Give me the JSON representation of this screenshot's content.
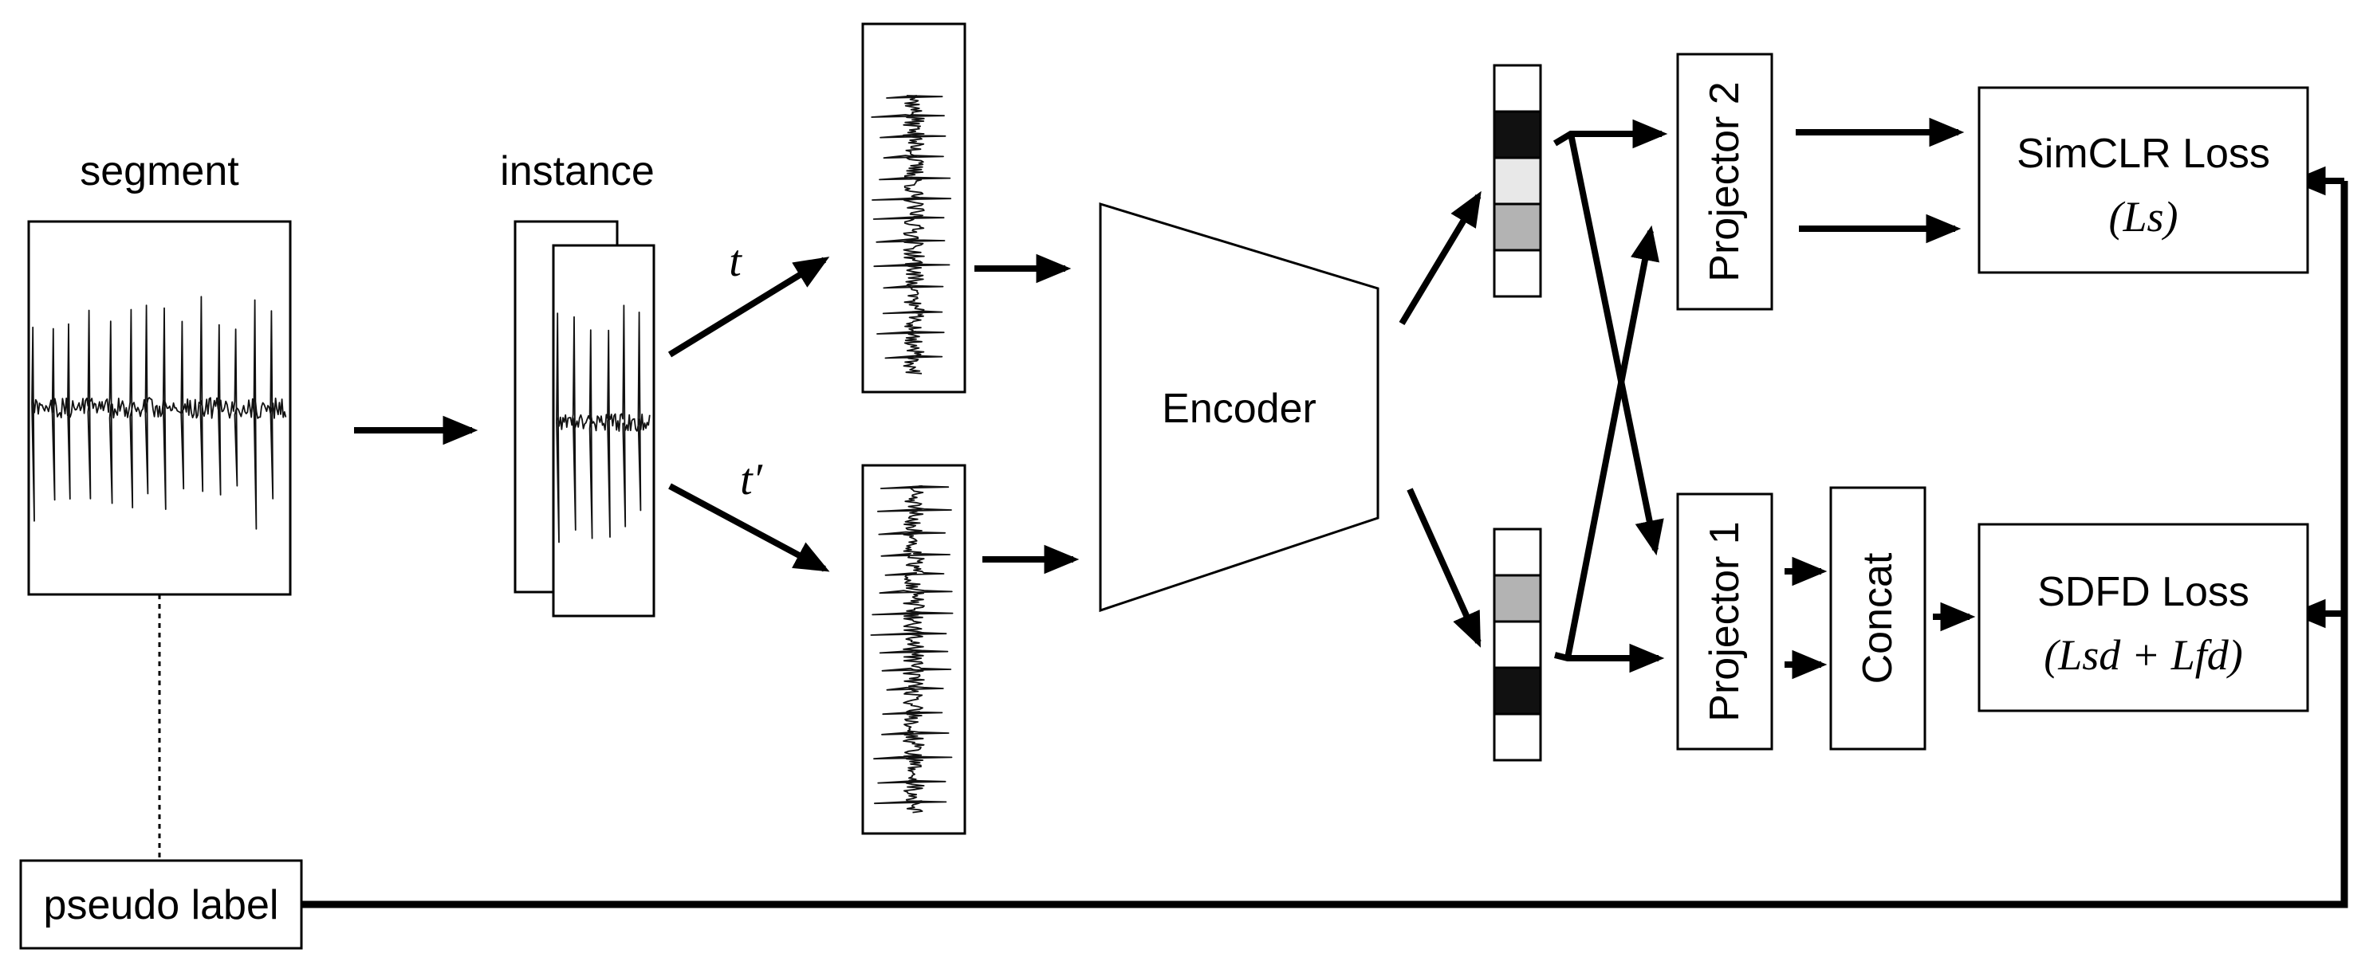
{
  "segment": {
    "label": "segment"
  },
  "instance": {
    "label": "instance"
  },
  "augmentations": {
    "t": "t",
    "t_prime": "t′"
  },
  "encoder": {
    "label": "Encoder"
  },
  "projector2": {
    "label": "Projector 2"
  },
  "projector1": {
    "label": "Projector 1"
  },
  "concat": {
    "label": "Concat"
  },
  "simclr_loss": {
    "label": "SimCLR Loss",
    "formula": "(Ls)"
  },
  "sdfd_loss": {
    "label": "SDFD Loss",
    "formula": "(Lsd + Lfd)"
  },
  "pseudo_label": {
    "label": "pseudo label"
  },
  "embedding_colors": {
    "black": "#111111",
    "light_gray": "#e8e8e8",
    "mid_gray": "#b3b3b3",
    "white": "#ffffff"
  }
}
